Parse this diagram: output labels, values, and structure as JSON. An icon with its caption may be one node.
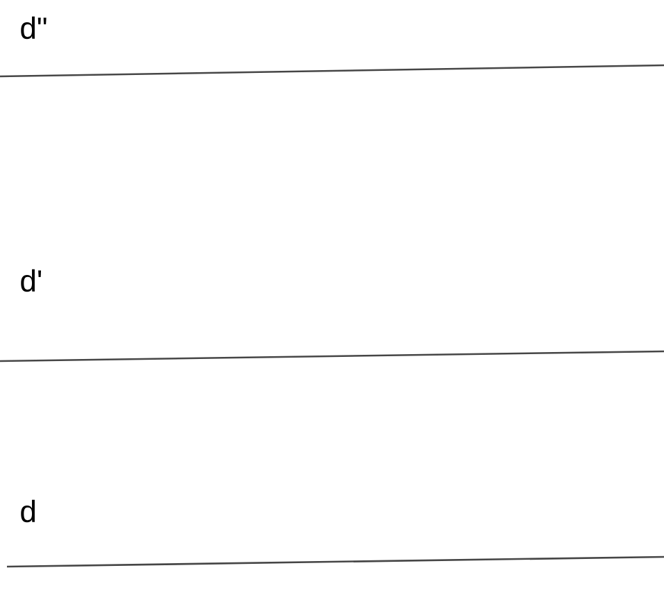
{
  "diagram": {
    "labels": [
      "d\"",
      "d'",
      "d"
    ]
  }
}
